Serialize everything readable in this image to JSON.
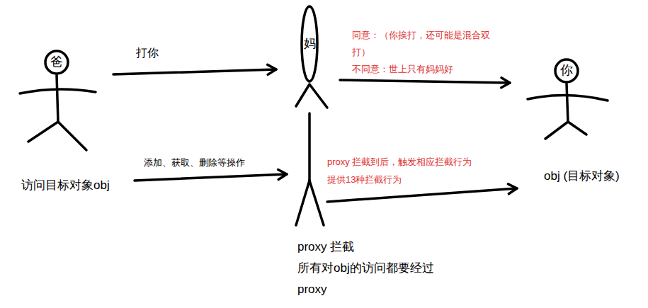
{
  "diagram": {
    "nodes": [
      {
        "text": [
          "爸"
        ]
      },
      {
        "text": [
          "妈"
        ]
      },
      {
        "text": [
          "你"
        ]
      }
    ],
    "edges": [
      {
        "from": 0,
        "to": 1,
        "label": "打你",
        "arrow": "to"
      },
      {
        "from": 1,
        "to": 2,
        "label": "同意：（你挨打，还可能是混合双打）",
        "arrow": "to"
      }
    ],
    "labels": [
      "不同意：世上只有妈妈好",
      "访问目标对象obj",
      "添加、获取、删除等操作",
      "proxy 拦截到后，触发相应拦截行为",
      "提供13种拦截行为",
      "obj (目标对象)",
      "proxy 拦截",
      "所有对obj的访问都要经过",
      "proxy"
    ]
  }
}
